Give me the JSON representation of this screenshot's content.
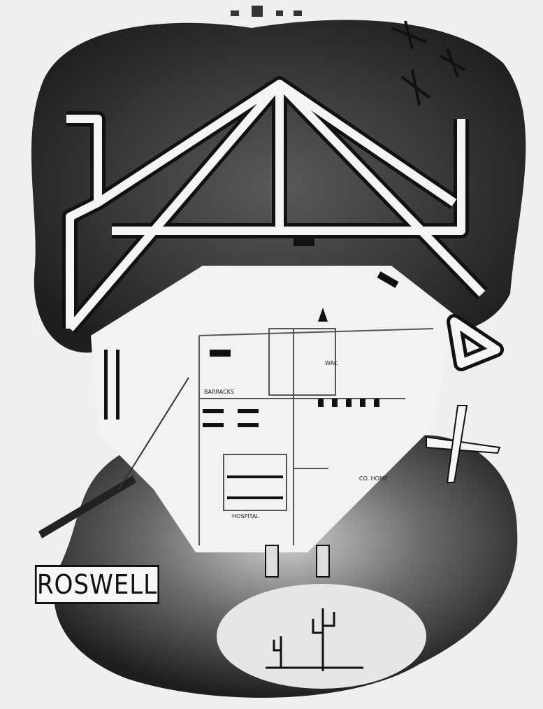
{
  "map": {
    "title": "ROSWELL",
    "labels": {
      "company_home": "CO. HOME",
      "hospital": "HOSPITAL",
      "wac": "WAC",
      "barracks": "BARRACKS"
    },
    "colors": {
      "ink": "#111111",
      "paper": "#efefef",
      "shade": "#3b3b3b"
    }
  }
}
